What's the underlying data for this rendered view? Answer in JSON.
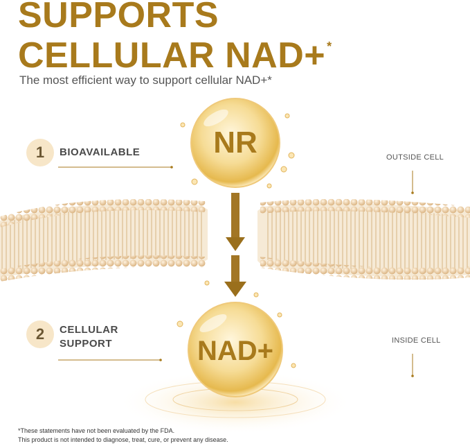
{
  "heading": {
    "line1": "SUPPORTS",
    "line2": "CELLULAR NAD+",
    "line2_mark": "*",
    "subtitle": "The most efficient way to support cellular NAD+*"
  },
  "steps": [
    {
      "number": "1",
      "label": "BIOAVAILABLE"
    },
    {
      "number": "2",
      "label_line1": "CELLULAR",
      "label_line2": "SUPPORT"
    }
  ],
  "molecules": {
    "top": "NR",
    "bottom": "NAD+"
  },
  "regions": {
    "outside": "OUTSIDE CELL",
    "inside": "INSIDE CELL"
  },
  "footnotes": {
    "line1": "*These statements have not been evaluated by the FDA.",
    "line2": "This product is not intended to diagnose, treat, cure, or prevent any disease."
  },
  "colors": {
    "gold": "#a87a1c",
    "arrow": "#9a6f1c",
    "badge": "#f7e6c8",
    "membrane": "#e9d0a8"
  }
}
